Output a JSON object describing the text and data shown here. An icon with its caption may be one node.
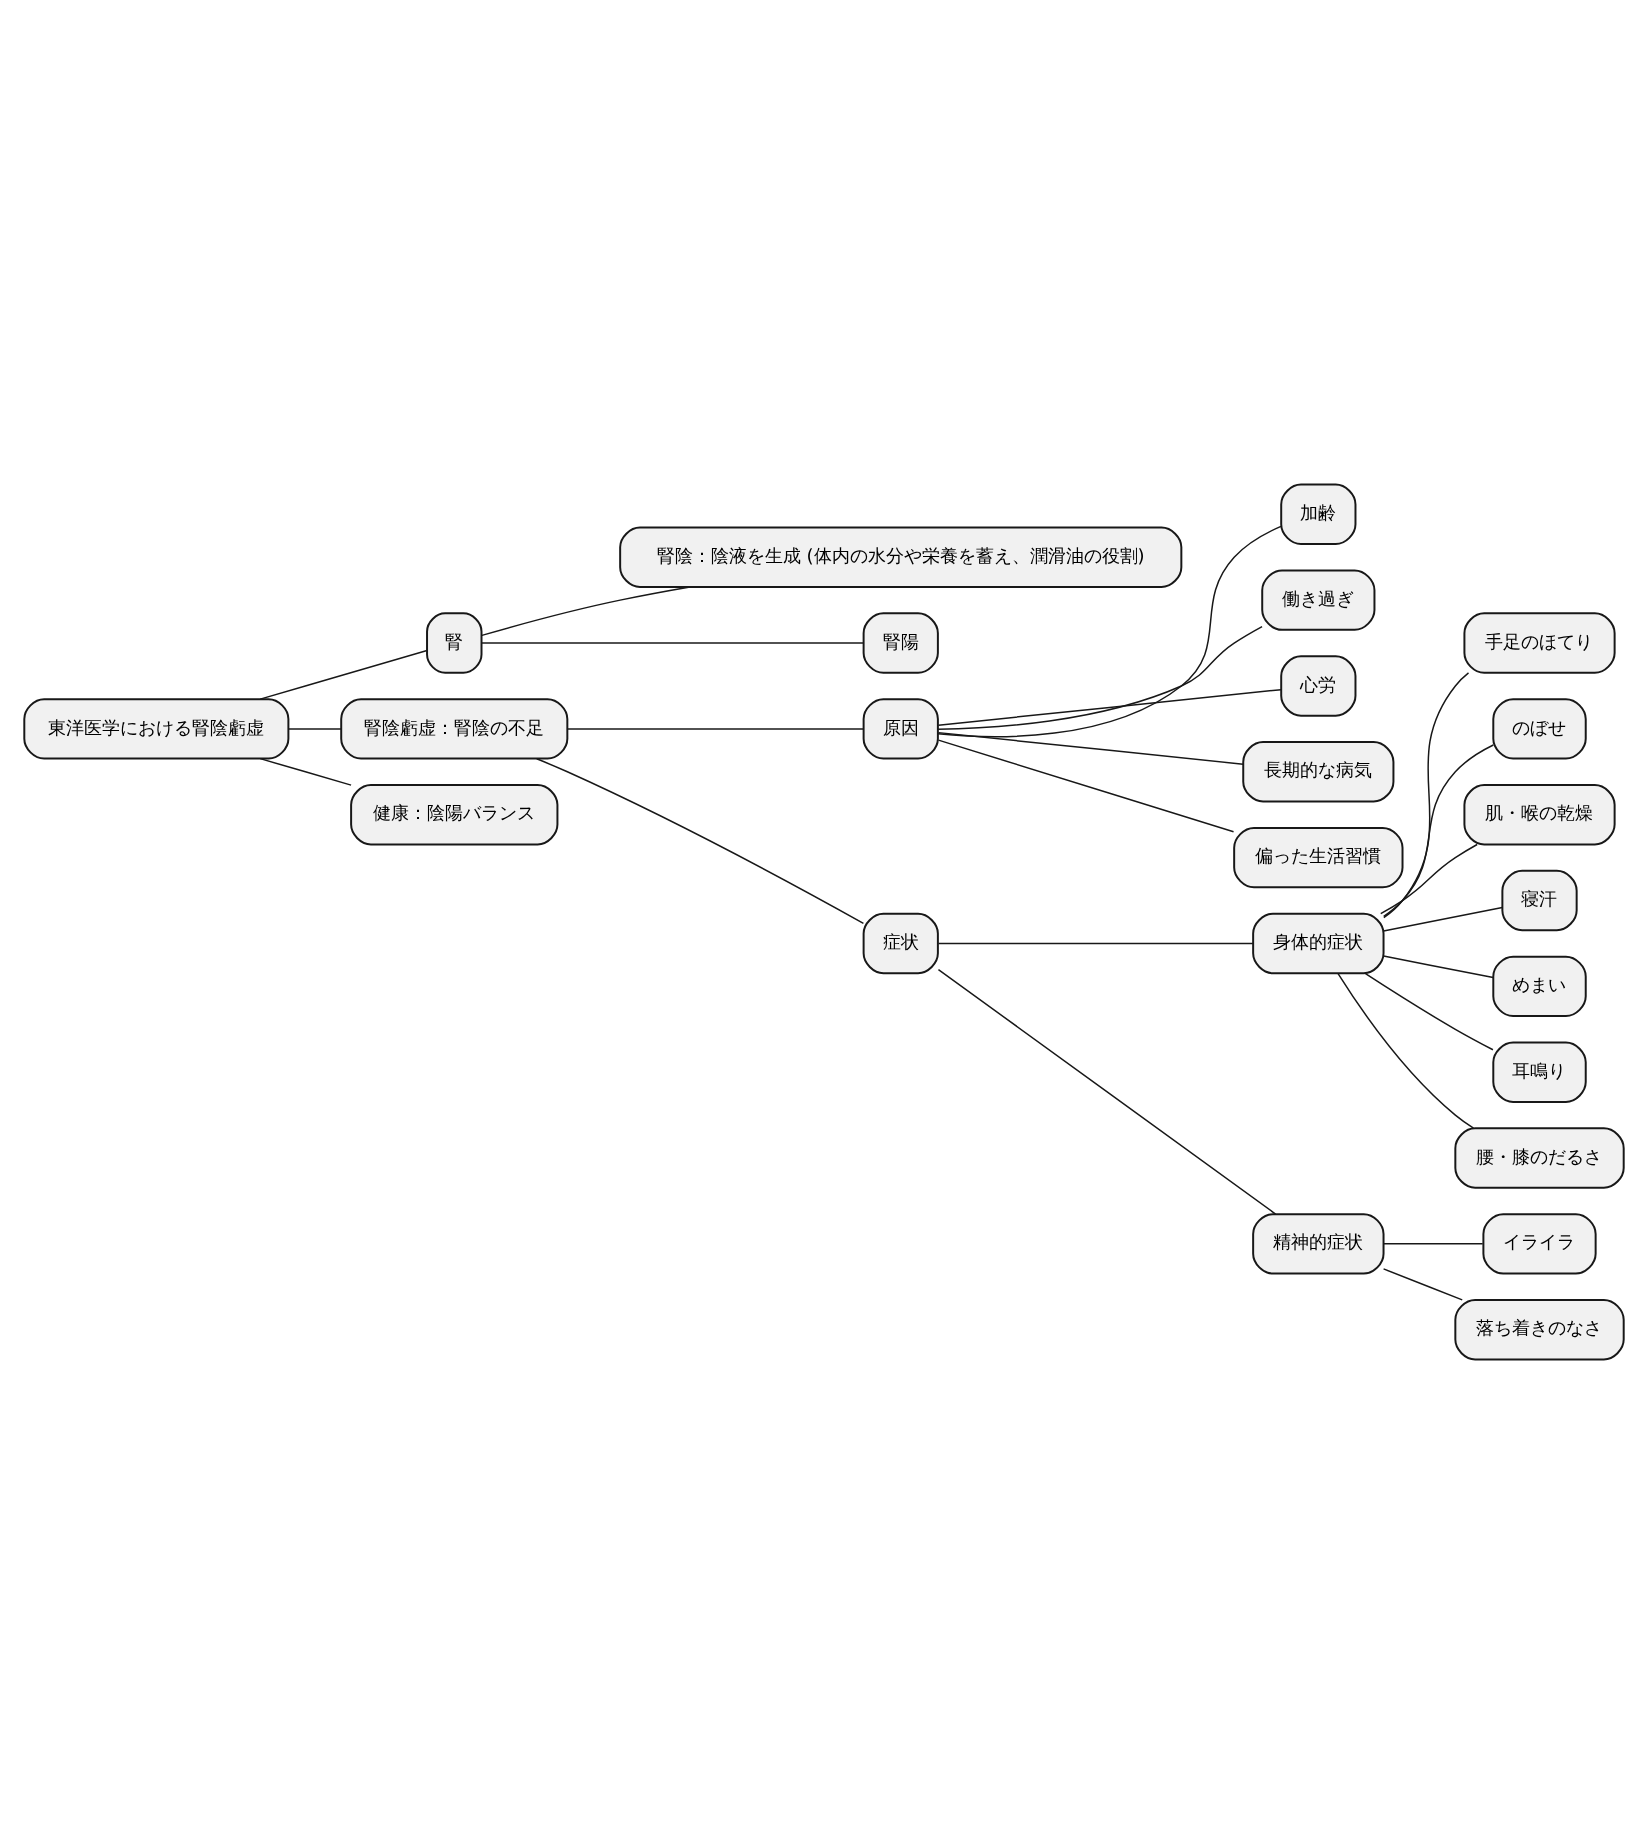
{
  "diagram": {
    "nodes": [
      {
        "text": [
          "東洋医学における腎陰虧虚"
        ]
      },
      {
        "text": [
          "腎"
        ]
      },
      {
        "text": [
          "腎陰：陰液を生成 (体内の水分や栄養を蓄え、潤滑油の役割)"
        ]
      },
      {
        "text": [
          "腎陽"
        ]
      },
      {
        "text": [
          "腎陰虧虚：腎陰の不足"
        ]
      },
      {
        "text": [
          "原因"
        ]
      },
      {
        "text": [
          "加齢"
        ]
      },
      {
        "text": [
          "働き過ぎ"
        ]
      },
      {
        "text": [
          "心労"
        ]
      },
      {
        "text": [
          "長期的な病気"
        ]
      },
      {
        "text": [
          "偏った生活習慣"
        ]
      },
      {
        "text": [
          "症状"
        ]
      },
      {
        "text": [
          "身体的症状"
        ]
      },
      {
        "text": [
          "手足のほてり"
        ]
      },
      {
        "text": [
          "のぼせ"
        ]
      },
      {
        "text": [
          "肌・喉の乾燥"
        ]
      },
      {
        "text": [
          "寝汗"
        ]
      },
      {
        "text": [
          "めまい"
        ]
      },
      {
        "text": [
          "耳鳴り"
        ]
      },
      {
        "text": [
          "腰・膝のだるさ"
        ]
      },
      {
        "text": [
          "精神的症状"
        ]
      },
      {
        "text": [
          "イライラ"
        ]
      },
      {
        "text": [
          "落ち着きのなさ"
        ]
      },
      {
        "text": [
          "健康：陰陽バランス"
        ]
      }
    ],
    "edges": [
      {
        "from": 0,
        "to": 1,
        "arrow": "none"
      },
      {
        "from": 1,
        "to": 2,
        "arrow": "none"
      },
      {
        "from": 1,
        "to": 3,
        "arrow": "none"
      },
      {
        "from": 0,
        "to": 4,
        "arrow": "none"
      },
      {
        "from": 4,
        "to": 5,
        "arrow": "none"
      },
      {
        "from": 5,
        "to": 6,
        "arrow": "none"
      },
      {
        "from": 5,
        "to": 7,
        "arrow": "none"
      },
      {
        "from": 5,
        "to": 8,
        "arrow": "none"
      },
      {
        "from": 5,
        "to": 9,
        "arrow": "none"
      },
      {
        "from": 5,
        "to": 10,
        "arrow": "none"
      },
      {
        "from": 4,
        "to": 11,
        "arrow": "none"
      },
      {
        "from": 11,
        "to": 12,
        "arrow": "none"
      },
      {
        "from": 12,
        "to": 13,
        "arrow": "none"
      },
      {
        "from": 12,
        "to": 14,
        "arrow": "none"
      },
      {
        "from": 12,
        "to": 15,
        "arrow": "none"
      },
      {
        "from": 12,
        "to": 16,
        "arrow": "none"
      },
      {
        "from": 12,
        "to": 17,
        "arrow": "none"
      },
      {
        "from": 12,
        "to": 18,
        "arrow": "none"
      },
      {
        "from": 12,
        "to": 19,
        "arrow": "none"
      },
      {
        "from": 11,
        "to": 20,
        "arrow": "none"
      },
      {
        "from": 20,
        "to": 21,
        "arrow": "none"
      },
      {
        "from": 20,
        "to": 22,
        "arrow": "none"
      },
      {
        "from": 0,
        "to": 23,
        "arrow": "none"
      }
    ]
  }
}
